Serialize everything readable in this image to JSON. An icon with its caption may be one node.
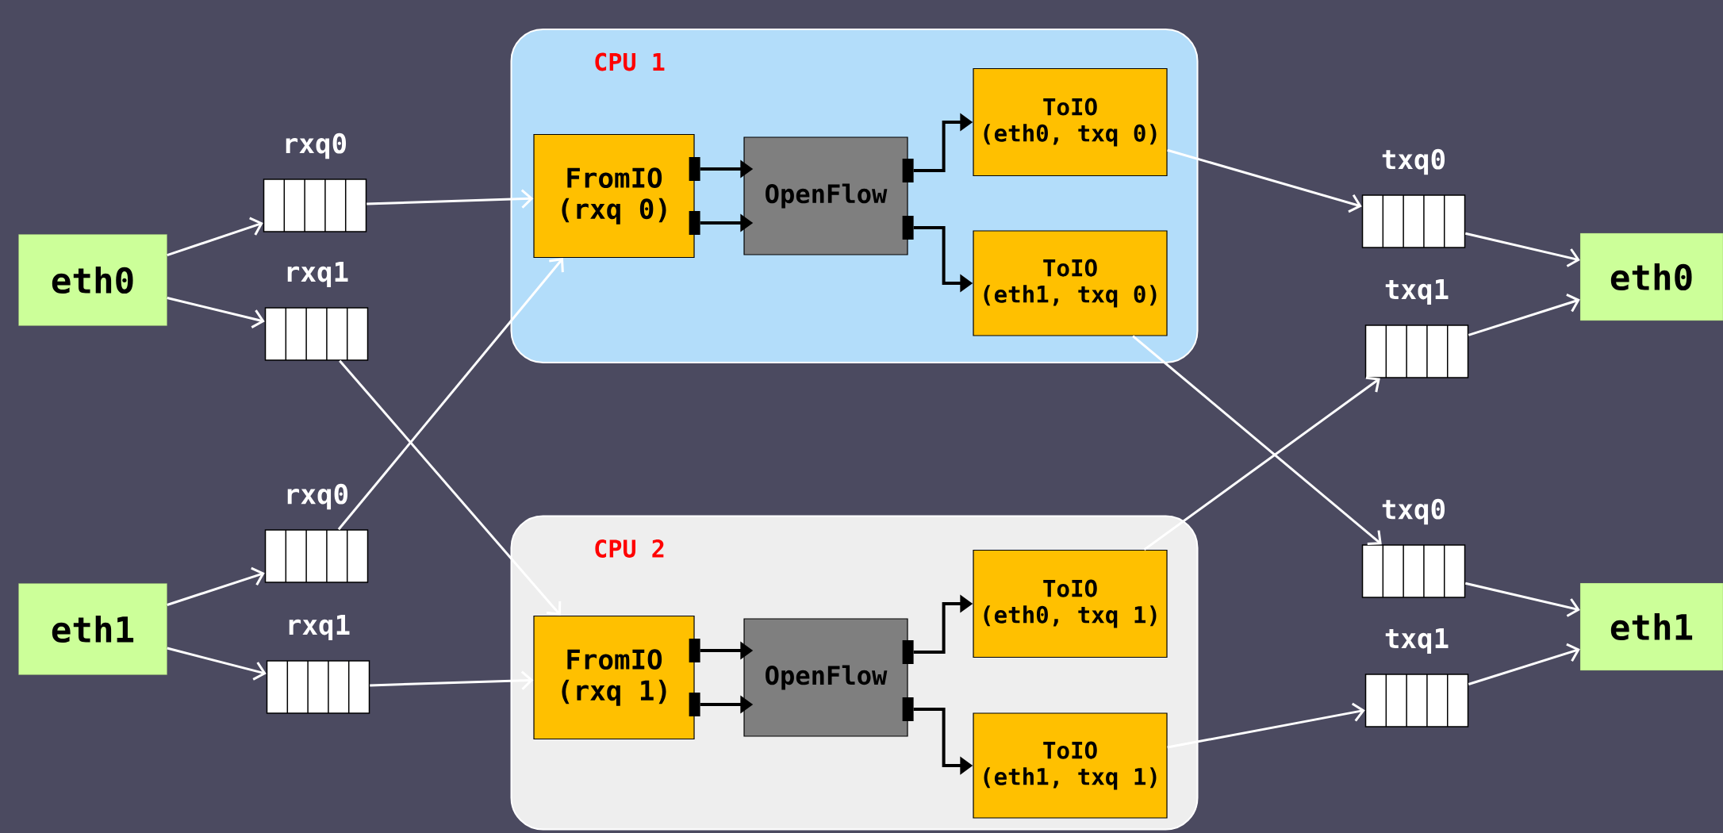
{
  "diagram": {
    "nodes": [
      {
        "text": [
          "eth0"
        ]
      },
      {
        "text": [
          "eth1"
        ]
      },
      {
        "text": [
          "CPU 1"
        ]
      },
      {
        "text": [
          "CPU 2"
        ]
      },
      {
        "text": [
          "rxq0"
        ]
      },
      {
        "text": [
          "rxq1"
        ]
      },
      {
        "text": [
          "rxq0"
        ]
      },
      {
        "text": [
          "rxq1"
        ]
      },
      {
        "text": [
          "FromIO",
          "(rxq 0)"
        ],
        "in": 2
      },
      {
        "text": [
          "OpenFlow"
        ],
        "in": 2
      },
      {
        "text": [
          "ToIO",
          "(eth0, txq 0)"
        ],
        "in": 2
      },
      {
        "text": [
          "ToIO",
          "(eth1, txq 0)"
        ],
        "in": 2
      },
      {
        "text": [
          "FromIO",
          "(rxq 1)"
        ],
        "in": 3
      },
      {
        "text": [
          "OpenFlow"
        ],
        "in": 3
      },
      {
        "text": [
          "ToIO",
          "(eth0, txq 1)"
        ],
        "in": 3
      },
      {
        "text": [
          "ToIO",
          "(eth1, txq 1)"
        ],
        "in": 3
      },
      {
        "text": [
          "txq0"
        ]
      },
      {
        "text": [
          "txq1"
        ]
      },
      {
        "text": [
          "txq0"
        ]
      },
      {
        "text": [
          "txq1"
        ]
      },
      {
        "text": [
          "eth0"
        ]
      },
      {
        "text": [
          "eth1"
        ]
      }
    ],
    "edges": [
      {
        "from": 0,
        "to": 4,
        "arrow": "to"
      },
      {
        "from": 0,
        "to": 5,
        "arrow": "to"
      },
      {
        "from": 1,
        "to": 6,
        "arrow": "to"
      },
      {
        "from": 1,
        "to": 7,
        "arrow": "to"
      },
      {
        "from": 4,
        "to": 8,
        "arrow": "to"
      },
      {
        "from": 6,
        "to": 8,
        "arrow": "to"
      },
      {
        "from": 5,
        "to": 12,
        "arrow": "to"
      },
      {
        "from": 7,
        "to": 12,
        "arrow": "to"
      },
      {
        "from": 8,
        "to": 9,
        "arrow": "to",
        "color": "#000000"
      },
      {
        "from": 8,
        "to": 9,
        "arrow": "to",
        "color": "#000000"
      },
      {
        "from": 9,
        "to": 10,
        "arrow": "to",
        "color": "#000000"
      },
      {
        "from": 9,
        "to": 11,
        "arrow": "to",
        "color": "#000000"
      },
      {
        "from": 12,
        "to": 13,
        "arrow": "to",
        "color": "#000000"
      },
      {
        "from": 12,
        "to": 13,
        "arrow": "to",
        "color": "#000000"
      },
      {
        "from": 13,
        "to": 14,
        "arrow": "to",
        "color": "#000000"
      },
      {
        "from": 13,
        "to": 15,
        "arrow": "to",
        "color": "#000000"
      },
      {
        "from": 10,
        "to": 16,
        "arrow": "to"
      },
      {
        "from": 11,
        "to": 18,
        "arrow": "to"
      },
      {
        "from": 14,
        "to": 17,
        "arrow": "to"
      },
      {
        "from": 15,
        "to": 19,
        "arrow": "to"
      },
      {
        "from": 16,
        "to": 20,
        "arrow": "to"
      },
      {
        "from": 17,
        "to": 20,
        "arrow": "to"
      },
      {
        "from": 18,
        "to": 21,
        "arrow": "to"
      },
      {
        "from": 19,
        "to": 21,
        "arrow": "to"
      }
    ]
  }
}
